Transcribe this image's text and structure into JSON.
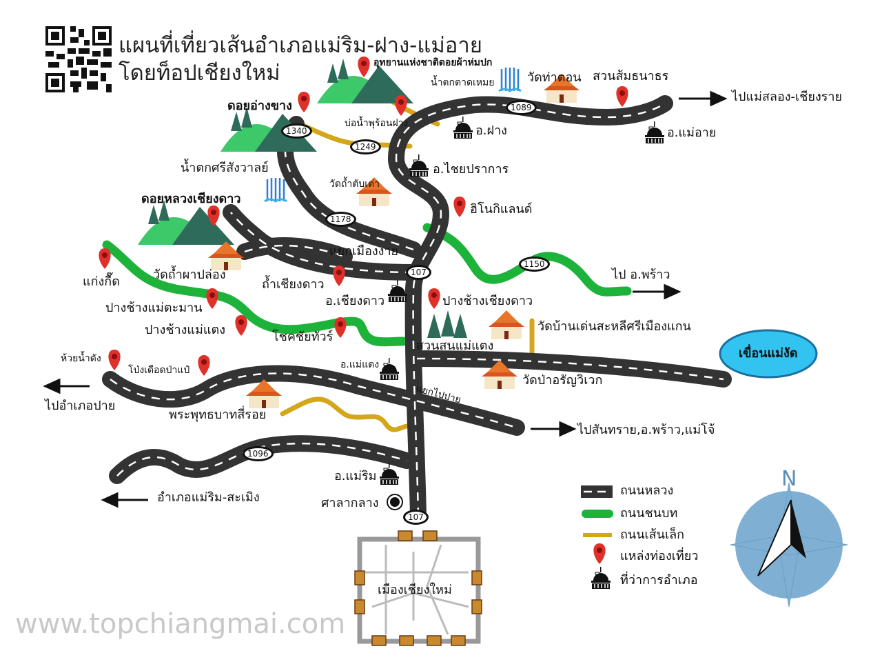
{
  "title": {
    "line1": "แผนที่เที่ยวเส้นอำเภอแม่ริม-ฝาง-แม่อาย",
    "line2": "โดยท็อปเชียงใหม่"
  },
  "watermark": "www.topchiangmai.com",
  "places": {
    "doi_pha_hom_pok": "อุทยานแห่งชาติดอยผ้าห่มปก",
    "tad_moei": "น้ำตกตาดเหมย",
    "wat_tha_ton": "วัดท่าตอน",
    "thanathorn": "สวนส้มธนาธร",
    "doi_ang_khang": "ดอยอ่างขาง",
    "hot_spring": "บ่อน้ำพุร้อนฝาง",
    "fang": "อ.ฝาง",
    "mae_ai": "อ.แม่อาย",
    "chai_prakan": "อ.ไชยปราการ",
    "si_sangwan": "น้ำตกศรีสังวาลย์",
    "wat_tham_tab_tao": "วัดถ้ำตับเต่า",
    "doi_luang": "ดอยหลวงเชียงดาว",
    "hino": "ฮิโนกิแลนด์",
    "muang_ngai": "แยกเมืองงาย",
    "wat_pha_plong": "วัดถ้ำผาปล่อง",
    "tham_chiang_dao": "ถ้ำเชียงดาว",
    "kaeng_kued": "แก่งกื๊ด",
    "chiang_dao": "อ.เชียงดาว",
    "elephant_chiang_dao": "ปางช้างเชียงดาว",
    "mae_taman": "ปางช้างแม่ตะมาน",
    "pang_mae_taeng": "ปางช้างแม่แตง",
    "chokchai": "โชคชัยทัวร์",
    "suan_son": "สวนสนแม่แตง",
    "wat_den_sali": "วัดบ้านเด่นสะหลีศรีเมืองแกน",
    "huai_nam_dang": "ห้วยน้ำดัง",
    "pong_duet": "โป่งเดือดป่าแป๋",
    "mae_taeng": "อ.แม่แตง",
    "wat_pa_arun": "วัดป่าอรัญวิเวก",
    "pai_junction": "แยกไปปาย",
    "phra_phutthabat": "พระพุทธบาทสี่รอย",
    "mae_rim": "อ.แม่ริม",
    "city_hall": "ศาลากลาง",
    "chiang_mai": "เมืองเชียงใหม่",
    "dam": "เขื่อนแม่งัด",
    "to_mae_salong": "ไปแม่สลอง-เชียงราย",
    "to_phrao": "ไป อ.พร้าว",
    "to_pai": "ไปอำเภอปาย",
    "to_sansai": "ไปสันทราย,อ.พร้าว,แม่โจ้",
    "to_samoeng": "อำเภอแม่ริม-สะเมิง"
  },
  "roads": {
    "r1089": "1089",
    "r1340": "1340",
    "r1249": "1249",
    "r1178": "1178",
    "r107a": "107",
    "r1150": "1150",
    "r1096": "1096",
    "r107b": "107"
  },
  "legend": [
    {
      "label": "ถนนหลวง",
      "icon": "highway"
    },
    {
      "label": "ถนนชนบท",
      "icon": "rural-road",
      "color": "#1db33a"
    },
    {
      "label": "ถนนเส้นเล็ก",
      "icon": "small-road",
      "color": "#d4a619"
    },
    {
      "label": "แหล่งท่องเที่ยว",
      "icon": "map-pin",
      "color": "#e0302a"
    },
    {
      "label": "ที่ว่าการอำเภอ",
      "icon": "district-office"
    }
  ],
  "compass": {
    "label": "N"
  }
}
